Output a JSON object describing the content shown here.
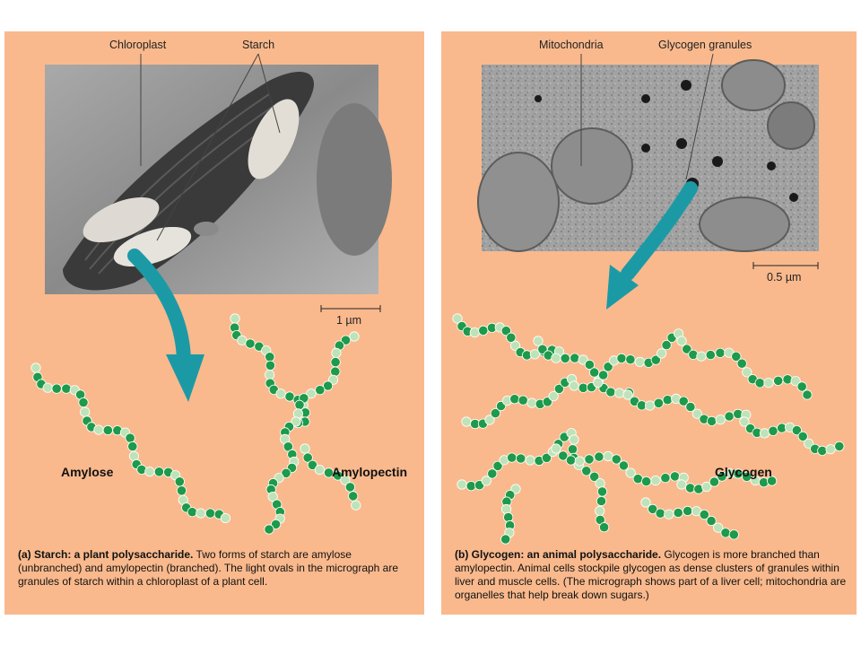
{
  "panel_a": {
    "labels": {
      "chloroplast": "Chloroplast",
      "starch": "Starch",
      "scale": "1 µm",
      "amylose": "Amylose",
      "amylopectin": "Amylopectin"
    },
    "caption_title": "(a) Starch: a plant polysaccharide.",
    "caption_text": "Two forms of starch are amylose (unbranched) and amylopectin (branched). The light ovals in the micrograph are granules of starch within a chloroplast of a plant cell."
  },
  "panel_b": {
    "labels": {
      "mitochondria": "Mitochondria",
      "glycogen_granules": "Glycogen granules",
      "scale": "0.5 µm",
      "glycogen": "Glycogen"
    },
    "caption_title": "(b) Glycogen: an animal polysaccharide.",
    "caption_text": "Glycogen is more branched than amylopectin. Animal cells stockpile glycogen as dense clusters of granules within liver and muscle cells. (The micrograph shows part of a liver cell; mitochondria are organelles that help break down sugars.)"
  },
  "colors": {
    "panel_bg": "#f9b98d",
    "arrow": "#1b9aa6",
    "glucose_dark": "#1d9a4a",
    "glucose_light": "#bfe3b8"
  }
}
